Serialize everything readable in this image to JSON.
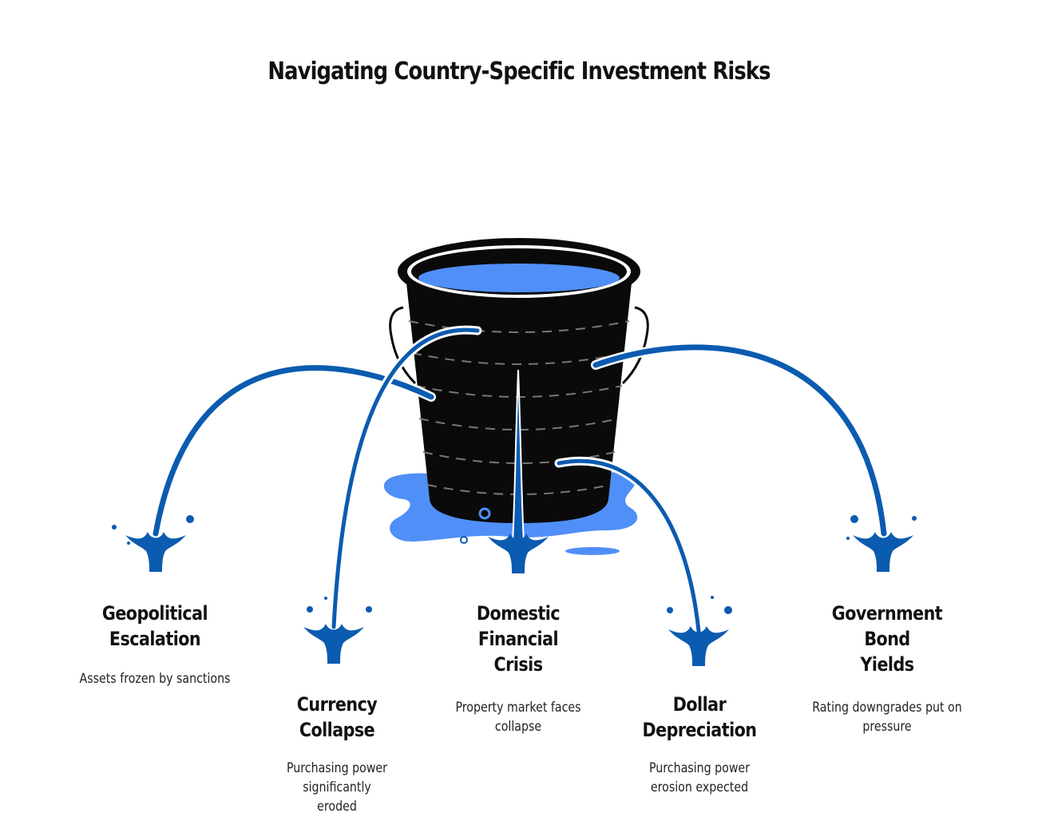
{
  "title": "Navigating Country-Specific Investment Risks",
  "colors": {
    "stream": "#0b5bb0",
    "water": "#4f8ff7",
    "bucket": "#0a0a0a",
    "stitch": "#777777"
  },
  "icons": {
    "container": "bucket-icon",
    "leak": "splash-icon"
  },
  "risks": [
    {
      "heading": "Geopolitical Escalation",
      "heading_lines": [
        "Geopolitical",
        "Escalation"
      ],
      "description": "Assets frozen by sanctions"
    },
    {
      "heading": "Currency Collapse",
      "heading_lines": [
        "Currency Collapse"
      ],
      "description": "Purchasing power significantly eroded"
    },
    {
      "heading": "Domestic Financial Crisis",
      "heading_lines": [
        "Domestic Financial",
        "Crisis"
      ],
      "description": "Property market faces collapse"
    },
    {
      "heading": "Dollar Depreciation",
      "heading_lines": [
        "Dollar Depreciation"
      ],
      "description": "Purchasing power erosion expected"
    },
    {
      "heading": "Government Bond Yields",
      "heading_lines": [
        "Government Bond",
        "Yields"
      ],
      "description": "Rating downgrades put on pressure"
    }
  ]
}
